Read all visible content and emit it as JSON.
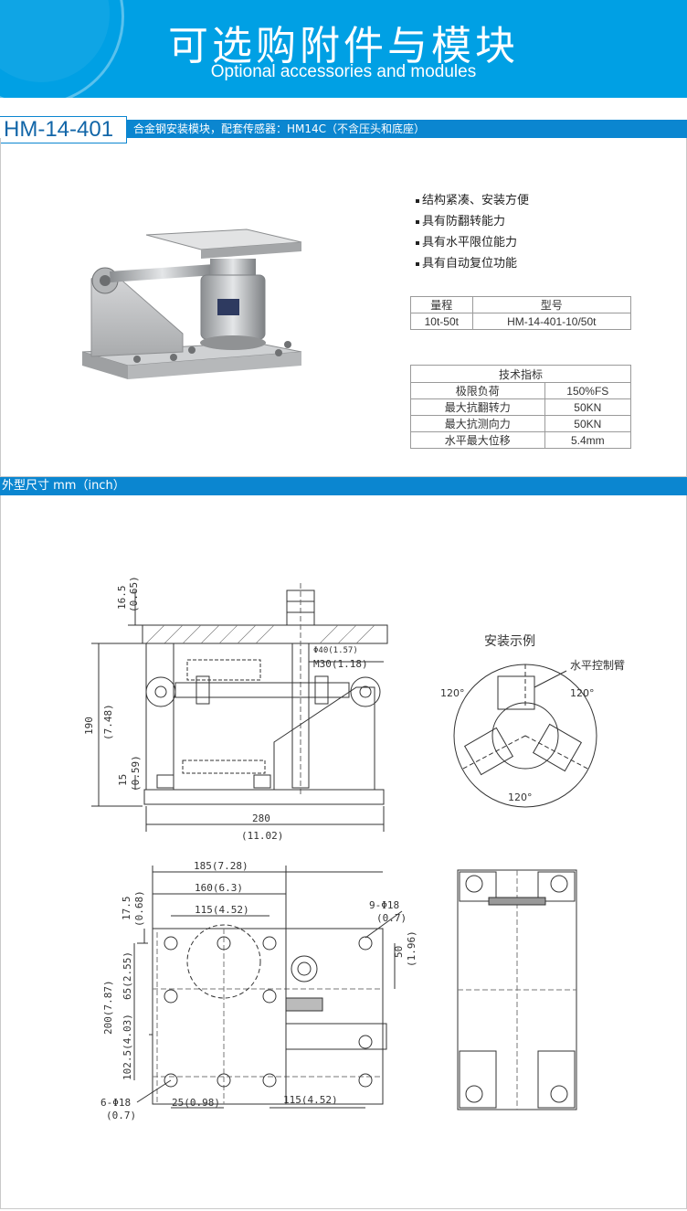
{
  "banner": {
    "title": "可选购附件与模块",
    "subtitle": "Optional accessories and modules"
  },
  "product": {
    "model": "HM-14-401",
    "description": "合金钢安装模块，配套传感器：HM14C（不含压头和底座）"
  },
  "features": [
    "结构紧凑、安装方便",
    "具有防翻转能力",
    "具有水平限位能力",
    "具有自动复位功能"
  ],
  "range_table": {
    "headers": [
      "量程",
      "型号"
    ],
    "row": [
      "10t-50t",
      "HM-14-401-10/50t"
    ]
  },
  "tech_table": {
    "title": "技术指标",
    "rows": [
      [
        "极限负荷",
        "150%FS"
      ],
      [
        "最大抗翻转力",
        "50KN"
      ],
      [
        "最大抗测向力",
        "50KN"
      ],
      [
        "水平最大位移",
        "5.4mm"
      ]
    ]
  },
  "dimensions": {
    "section_title": "外型尺寸 mm（inch）",
    "side": {
      "d16_5": "16.5",
      "d0_65": "(0.65)",
      "d190": "190",
      "d7_48": "(7.48)",
      "d15": "15",
      "d0_59": "(0.59)",
      "phi40": "Φ40(1.57)",
      "m30": "M30(1.18)",
      "d280": "280",
      "d11_02": "(11.02)"
    },
    "install": {
      "title": "安装示例",
      "arm_label": "水平控制臂",
      "angle_left": "120°",
      "angle_right": "120°",
      "angle_bottom": "120°"
    },
    "top": {
      "d185": "185(7.28)",
      "d160": "160(6.3)",
      "d115a": "115(4.52)",
      "d17_5": "17.5",
      "d0_68": "(0.68)",
      "hole9": "9-Φ18",
      "hole9b": "(0.7)",
      "d50": "50",
      "d1_96": "(1.96)",
      "d65": "65(2.55)",
      "d200": "200(7.87)",
      "d102_5": "102.5(4.03)",
      "hole6": "6-Φ18",
      "hole6b": "(0.7)",
      "d25": "25(0.98)",
      "d115b": "115(4.52)"
    }
  }
}
